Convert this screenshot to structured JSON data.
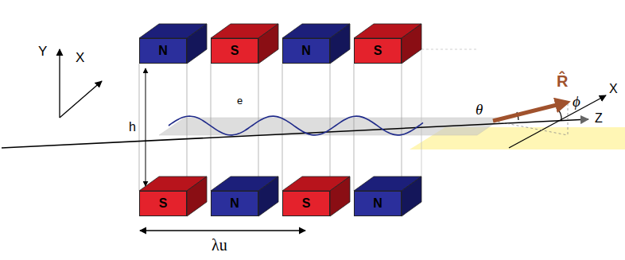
{
  "diagram": {
    "nodes": [
      {
        "text": [
          "N"
        ]
      },
      {
        "text": [
          "S"
        ]
      },
      {
        "text": [
          "N"
        ]
      },
      {
        "text": [
          "S"
        ]
      },
      {
        "text": [
          "S"
        ]
      },
      {
        "text": [
          "N"
        ]
      },
      {
        "text": [
          "S"
        ]
      },
      {
        "text": [
          "N"
        ]
      }
    ],
    "labels": [
      "Y",
      "X",
      "h",
      "e",
      "λu",
      "R̂",
      "θ",
      "ϕ",
      "X",
      "Z"
    ]
  }
}
